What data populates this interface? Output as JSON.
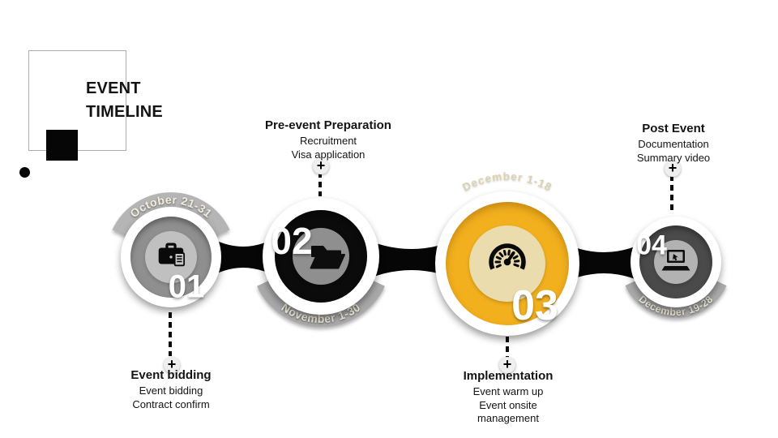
{
  "slide": {
    "title_line1": "EVENT",
    "title_line2": "TIMELINE"
  },
  "ui": {
    "plus": "+"
  },
  "colors": {
    "amber": "#F2B01E",
    "cream_center": "#EBDCAE",
    "arc_gray": "#B0B0B0",
    "node1_inner": "#8F8F8F",
    "node1_center": "#C0C0C0",
    "node2_inner": "#0B0B0B",
    "node2_center": "#8F8F8F",
    "node4_inner": "#4A4A4A",
    "node4_center": "#B2B2B2",
    "connector_black": "#060606",
    "date_text_light": "#F2EDDC",
    "date_text_tan": "#DBD2B2"
  },
  "nodes": [
    {
      "number": "01",
      "date": "October 21-31",
      "icon": "briefcase-document-icon",
      "title": "Event bidding",
      "details": [
        "Event bidding",
        "Contract confirm"
      ]
    },
    {
      "number": "02",
      "date": "November 1-30",
      "icon": "open-folder-icon",
      "title": "Pre-event Preparation",
      "details": [
        "Recruitment",
        "Visa application"
      ]
    },
    {
      "number": "03",
      "date": "December 1-18",
      "icon": "speedometer-icon",
      "title": "Implementation",
      "details": [
        "Event warm up",
        "Event onsite",
        "management"
      ]
    },
    {
      "number": "04",
      "date": "December 19-28",
      "icon": "laptop-icon",
      "title": "Post Event",
      "details": [
        "Documentation",
        "Summary video"
      ]
    }
  ]
}
